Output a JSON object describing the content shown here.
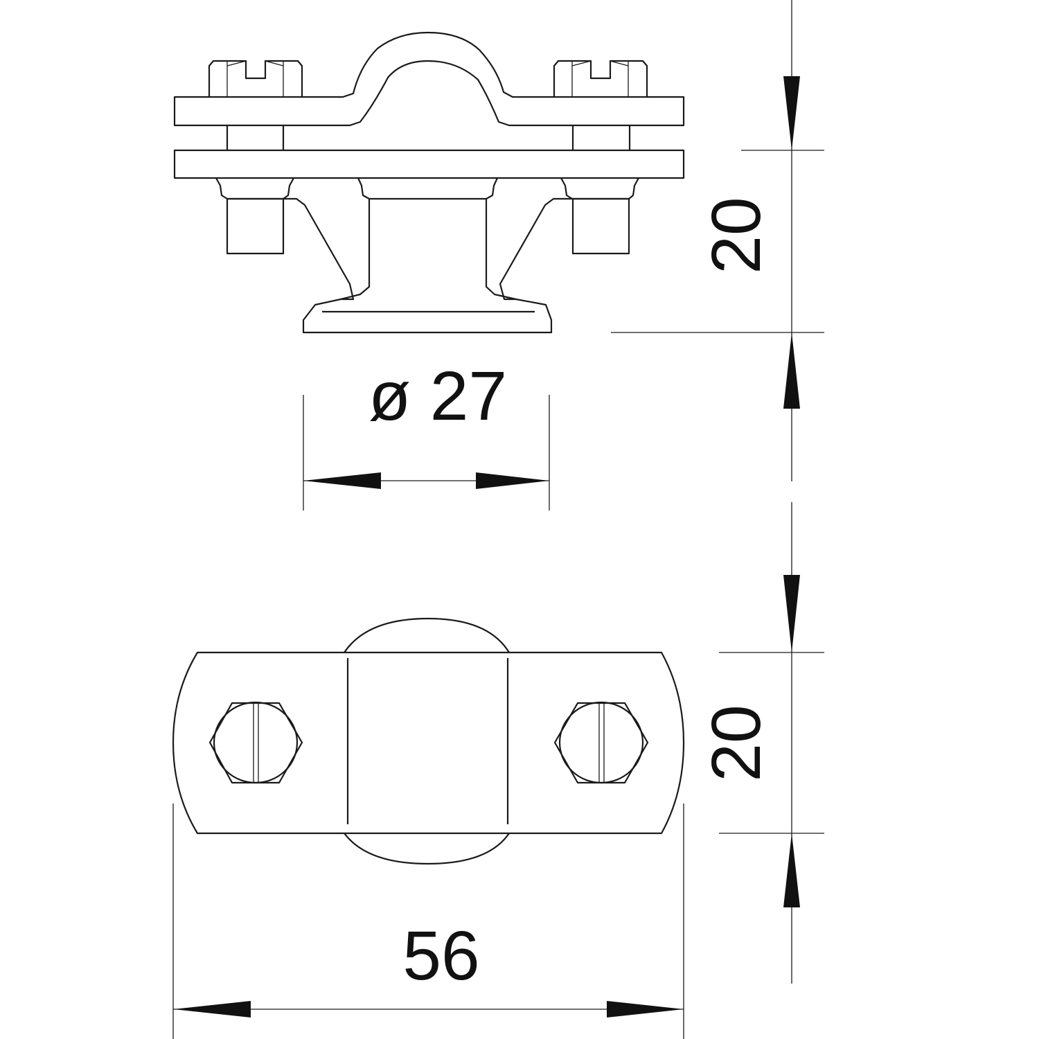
{
  "drawing": {
    "top_view": {
      "diameter_label": "ø 27",
      "height_label": "20"
    },
    "plan_view": {
      "width_label": "56",
      "height_label": "20"
    },
    "line_color": "#1a1a1a"
  }
}
